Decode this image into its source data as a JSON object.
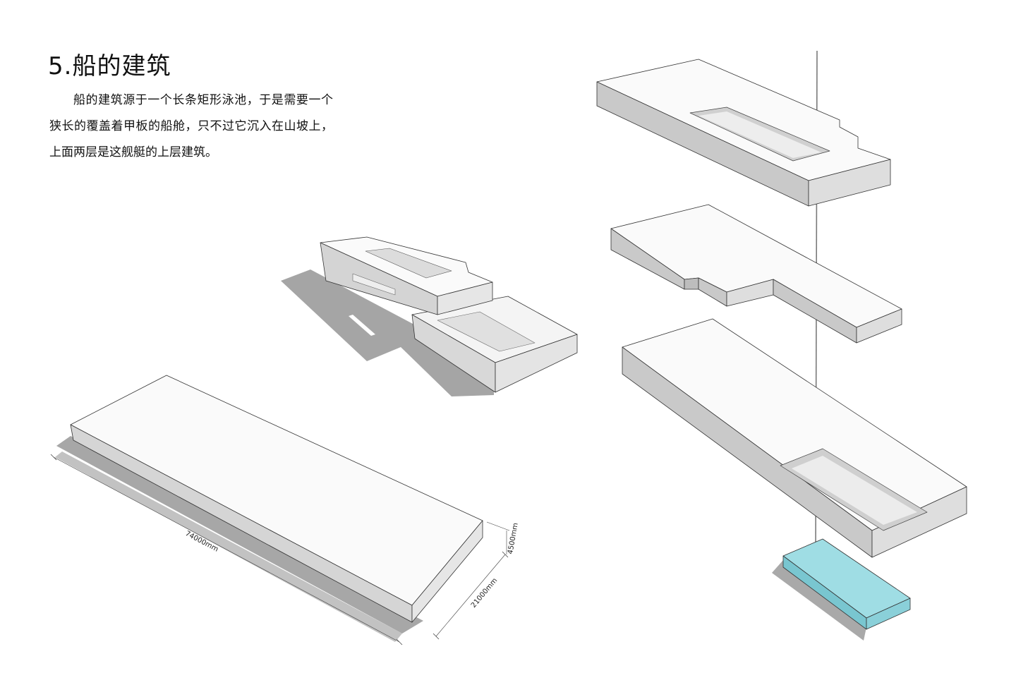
{
  "heading": {
    "number": "5.",
    "text": "船的建筑"
  },
  "description": "船的建筑源于一个长条矩形泳池，于是需要一个狭长的覆盖着甲板的船舱，只不过它沉入在山坡上，上面两层是这舰艇的上层建筑。",
  "dimensions": {
    "length": "74000mm",
    "width": "21000mm",
    "height": "4500mm"
  },
  "colors": {
    "top_face": "#fafafa",
    "side_face": "#d6d6d6",
    "dark_face": "#bcbcbc",
    "shadow": "#a3a3a3",
    "pool_water": "#8fd3dc"
  }
}
